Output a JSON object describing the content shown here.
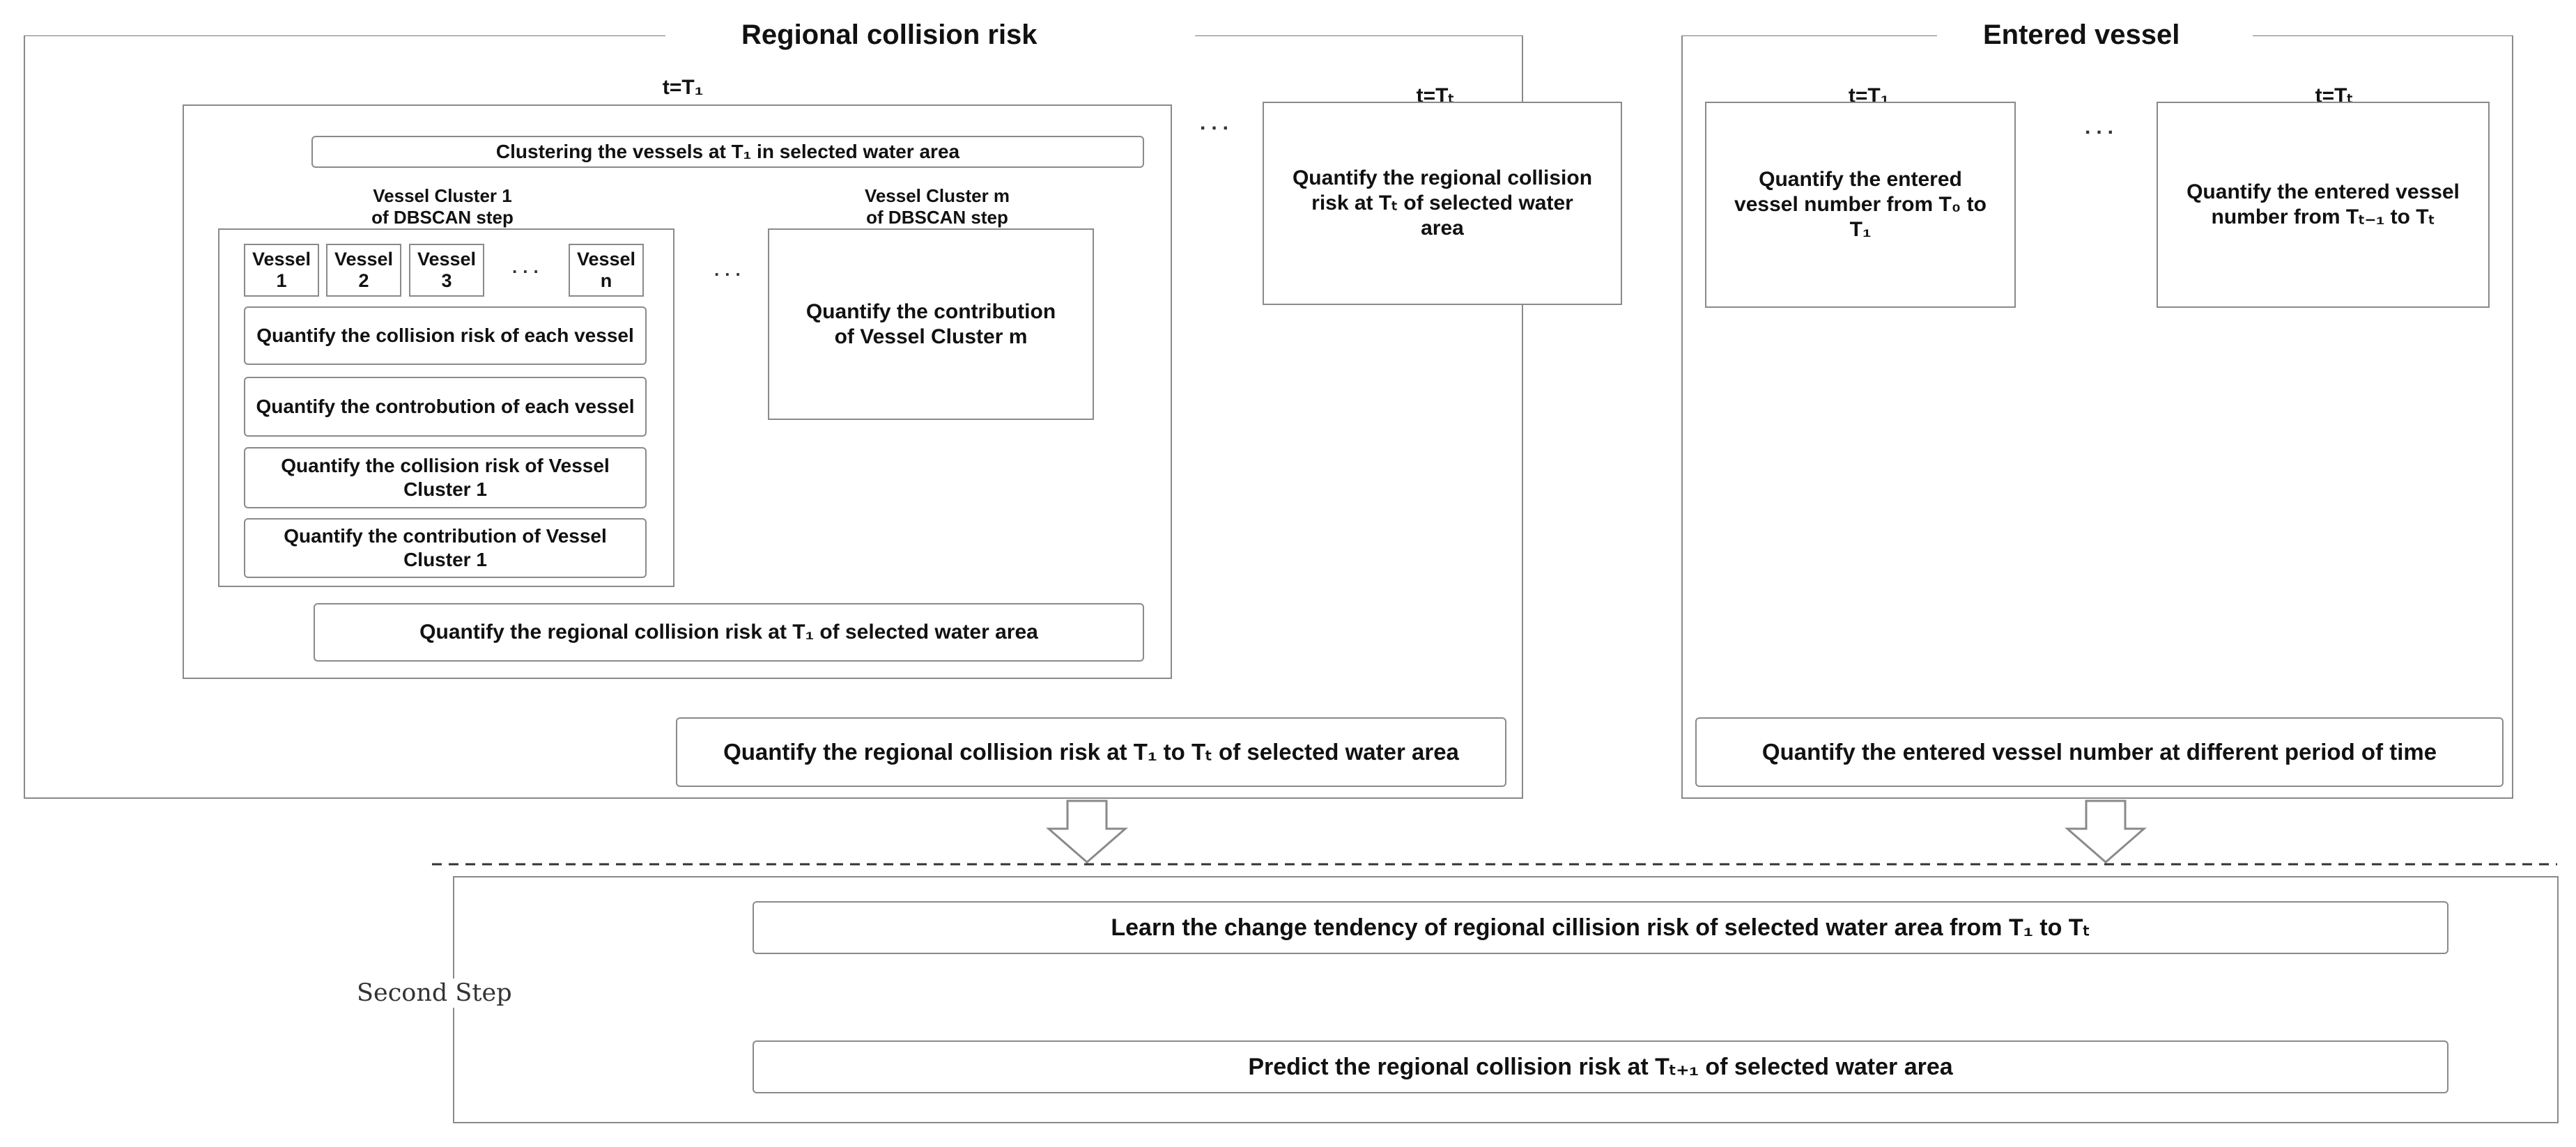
{
  "regional": {
    "title": "Regional collision risk",
    "t1_label": "t=T₁",
    "tt_label": "t=Tₜ",
    "clustering": "Clustering the vessels at T₁ in selected water area",
    "cluster1_title": "Vessel Cluster 1\nof DBSCAN step",
    "clusterm_title": "Vessel Cluster m\nof DBSCAN step",
    "vessels": [
      "Vessel\n1",
      "Vessel\n2",
      "Vessel\n3",
      "Vessel\nn"
    ],
    "steps": [
      "Quantify the collision risk of each vessel",
      "Quantify the controbution of each vessel",
      "Quantify the collision risk of Vessel Cluster 1",
      "Quantify the contribution of Vessel Cluster 1"
    ],
    "clusterm_body": "Quantify the contribution of Vessel Cluster m",
    "t1_result": "Quantify the regional collision risk at T₁ of selected water area",
    "tt_body": "Quantify the regional collision risk at Tₜ of selected water area",
    "combined": "Quantify the regional collision risk at T₁ to Tₜ of selected water area",
    "ellipsis": "..."
  },
  "entered": {
    "title": "Entered vessel",
    "t1_label": "t=T₁",
    "tt_label": "t=Tₜ",
    "t1_body": "Quantify the entered vessel number from T₀ to T₁",
    "tt_body": "Quantify the entered vessel number from Tₜ₋₁ to Tₜ",
    "result": "Quantify the entered vessel number at different period of time",
    "ellipsis": "..."
  },
  "second": {
    "label": "Second Step",
    "learn": "Learn the change tendency of regional cillision risk of selected water area from T₁ to Tₜ",
    "predict": "Predict the regional collision risk at Tₜ₊₁ of selected water area"
  }
}
